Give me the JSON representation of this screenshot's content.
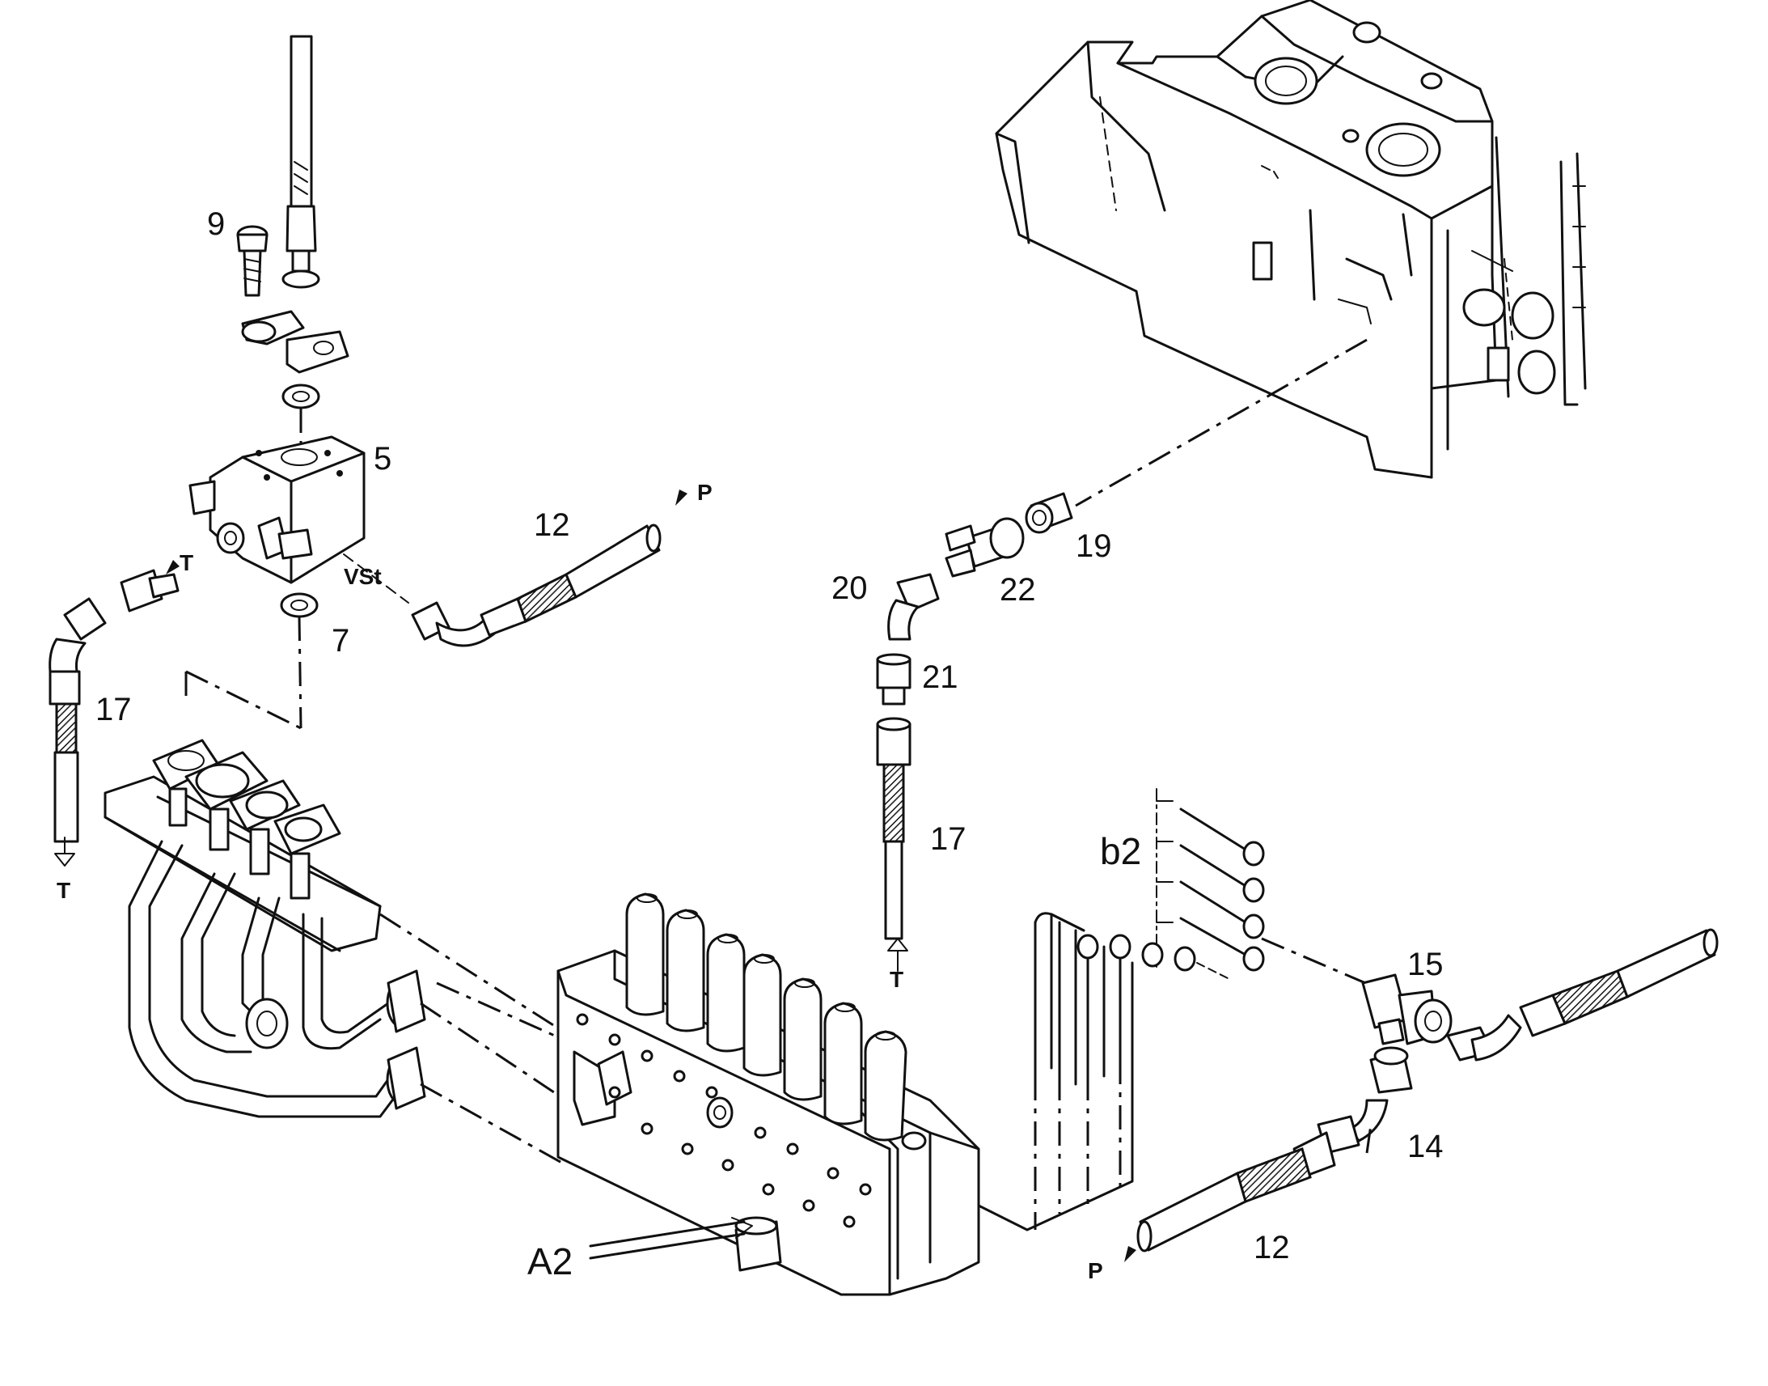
{
  "callouts": {
    "c9": "9",
    "c5": "5",
    "c7": "7",
    "c12a": "12",
    "c17a": "17",
    "c19": "19",
    "c20": "20",
    "c21": "21",
    "c22": "22",
    "c17b": "17",
    "c15": "15",
    "c14": "14",
    "c12b": "12",
    "b2": "b2",
    "a2": "A2"
  },
  "ports": {
    "p1": "P",
    "t1": "T",
    "vst": "VSt",
    "t2": "T",
    "t3": "T",
    "p2": "P"
  }
}
